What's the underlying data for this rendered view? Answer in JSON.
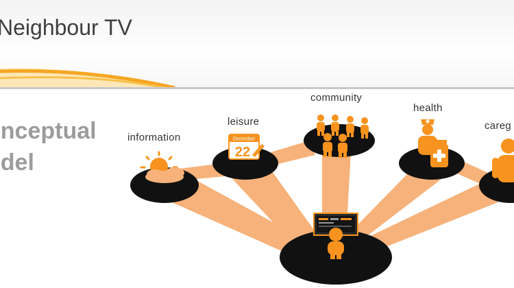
{
  "header": {
    "title": "Neighbour TV"
  },
  "slide": {
    "title_line1": "onceptual",
    "title_line2": "odel"
  },
  "diagram": {
    "nodes": [
      {
        "id": "information",
        "label": "information",
        "icon": "sun-icon"
      },
      {
        "id": "leisure",
        "label": "leisure",
        "icon": "calendar-icon"
      },
      {
        "id": "community",
        "label": "community",
        "icon": "people-group-icon"
      },
      {
        "id": "health",
        "label": "health",
        "icon": "nurse-medicine-icon"
      },
      {
        "id": "caregiver",
        "label": "careg",
        "icon": "person-icon"
      },
      {
        "id": "center",
        "label": "",
        "icon": "tv-user-icon"
      }
    ],
    "calendar": {
      "month": "December",
      "day": "22"
    }
  },
  "colors": {
    "accent": "#f7931e",
    "accent_light": "#f6b27a",
    "disc": "#111111",
    "title_gray": "#9c9c9c",
    "text": "#333333"
  }
}
